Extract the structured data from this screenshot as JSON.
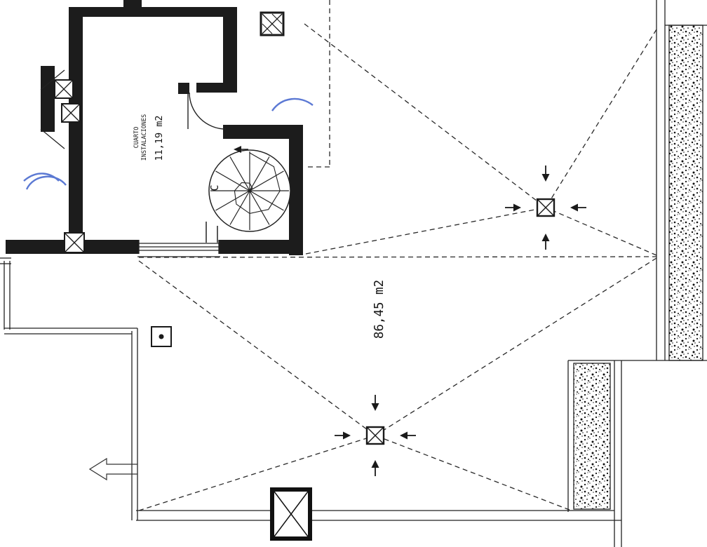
{
  "drawing": {
    "type": "architectural-floor-plan",
    "labels": {
      "room_name_line1": "CUARTO",
      "room_name_line2": "INSTALACIONES",
      "room_area": "11,19 m2",
      "roof_area": "86,45 m2",
      "stair_mark": "C"
    },
    "symbols": {
      "drain_count": 2,
      "slope_arrows_per_drain": 4
    },
    "colors": {
      "wall_fill": "#1c1c1c",
      "line": "#222222",
      "pen_annotation_blue": "#3f62cc",
      "paper": "#ffffff"
    }
  }
}
